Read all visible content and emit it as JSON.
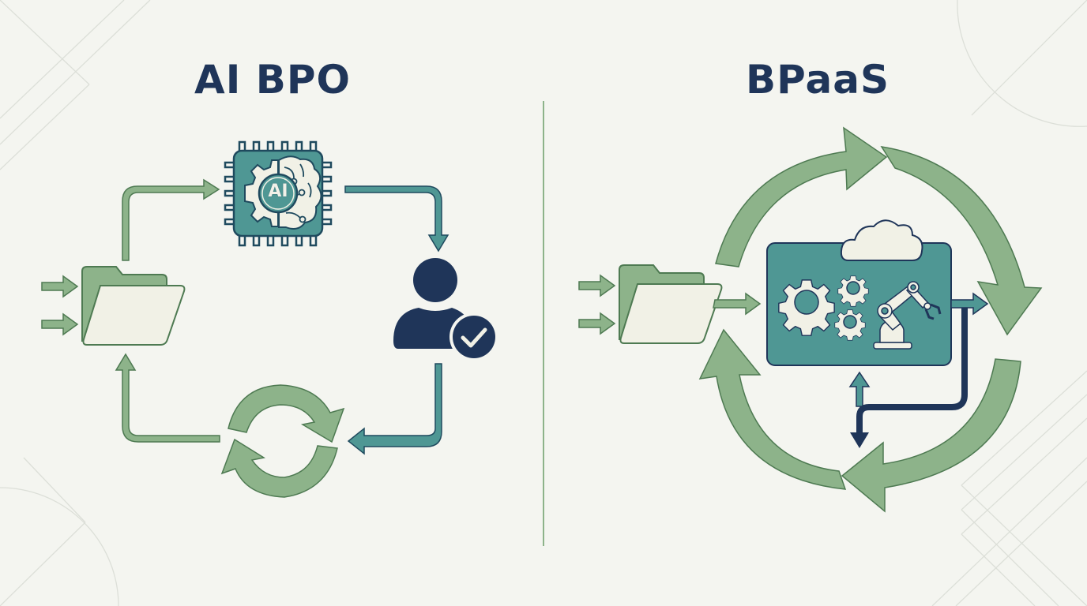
{
  "left_panel": {
    "title": "AI BPO",
    "chip_label": "AI",
    "nodes": [
      {
        "id": "input-folder",
        "icon": "folder-icon"
      },
      {
        "id": "ai-chip",
        "icon": "ai-chip-brain-gear-icon"
      },
      {
        "id": "human-review",
        "icon": "user-check-icon"
      },
      {
        "id": "feedback-loop",
        "icon": "refresh-cycle-icon"
      }
    ],
    "flow": [
      "input-folder",
      "ai-chip",
      "human-review",
      "feedback-loop",
      "input-folder"
    ]
  },
  "right_panel": {
    "title": "BPaaS",
    "nodes": [
      {
        "id": "input-folder",
        "icon": "folder-icon"
      },
      {
        "id": "platform",
        "icon": "cloud-platform-icon",
        "contains": [
          "gears-icon",
          "robot-arm-icon"
        ]
      },
      {
        "id": "continuous-cycle",
        "icon": "circular-arrows-icon"
      }
    ]
  },
  "colors": {
    "background": "#f4f5f0",
    "title": "#1f3559",
    "green_fill": "#8db38a",
    "green_stroke": "#4e7a52",
    "teal_fill": "#4f9794",
    "teal_stroke": "#1f4a5e",
    "navy": "#1f3559",
    "cream": "#f1f1e6",
    "divider": "#8db38a",
    "decor_lines": "#dcdfd8"
  }
}
